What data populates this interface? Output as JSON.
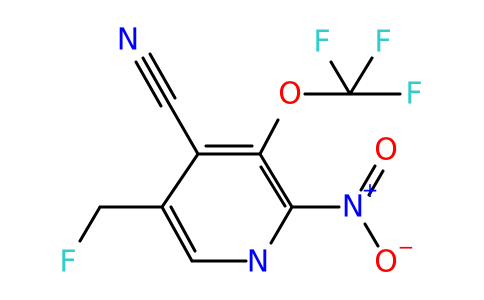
{
  "molecule": {
    "atoms": {
      "n_cyano": {
        "symbol": "N",
        "color": "#0000ff"
      },
      "o_ether": {
        "symbol": "O",
        "color": "#ff0000"
      },
      "f1": {
        "symbol": "F",
        "color": "#33cccc"
      },
      "f2": {
        "symbol": "F",
        "color": "#33cccc"
      },
      "f3": {
        "symbol": "F",
        "color": "#33cccc"
      },
      "n_nitro": {
        "symbol": "N",
        "color": "#0000ff",
        "charge": "+"
      },
      "o_nitro1": {
        "symbol": "O",
        "color": "#ff0000"
      },
      "o_nitro2": {
        "symbol": "O",
        "color": "#ff0000",
        "charge": "−"
      },
      "n_ring": {
        "symbol": "N",
        "color": "#0000ff"
      },
      "f_ch2": {
        "symbol": "F",
        "color": "#33cccc"
      }
    },
    "bond_color": "#000000"
  }
}
